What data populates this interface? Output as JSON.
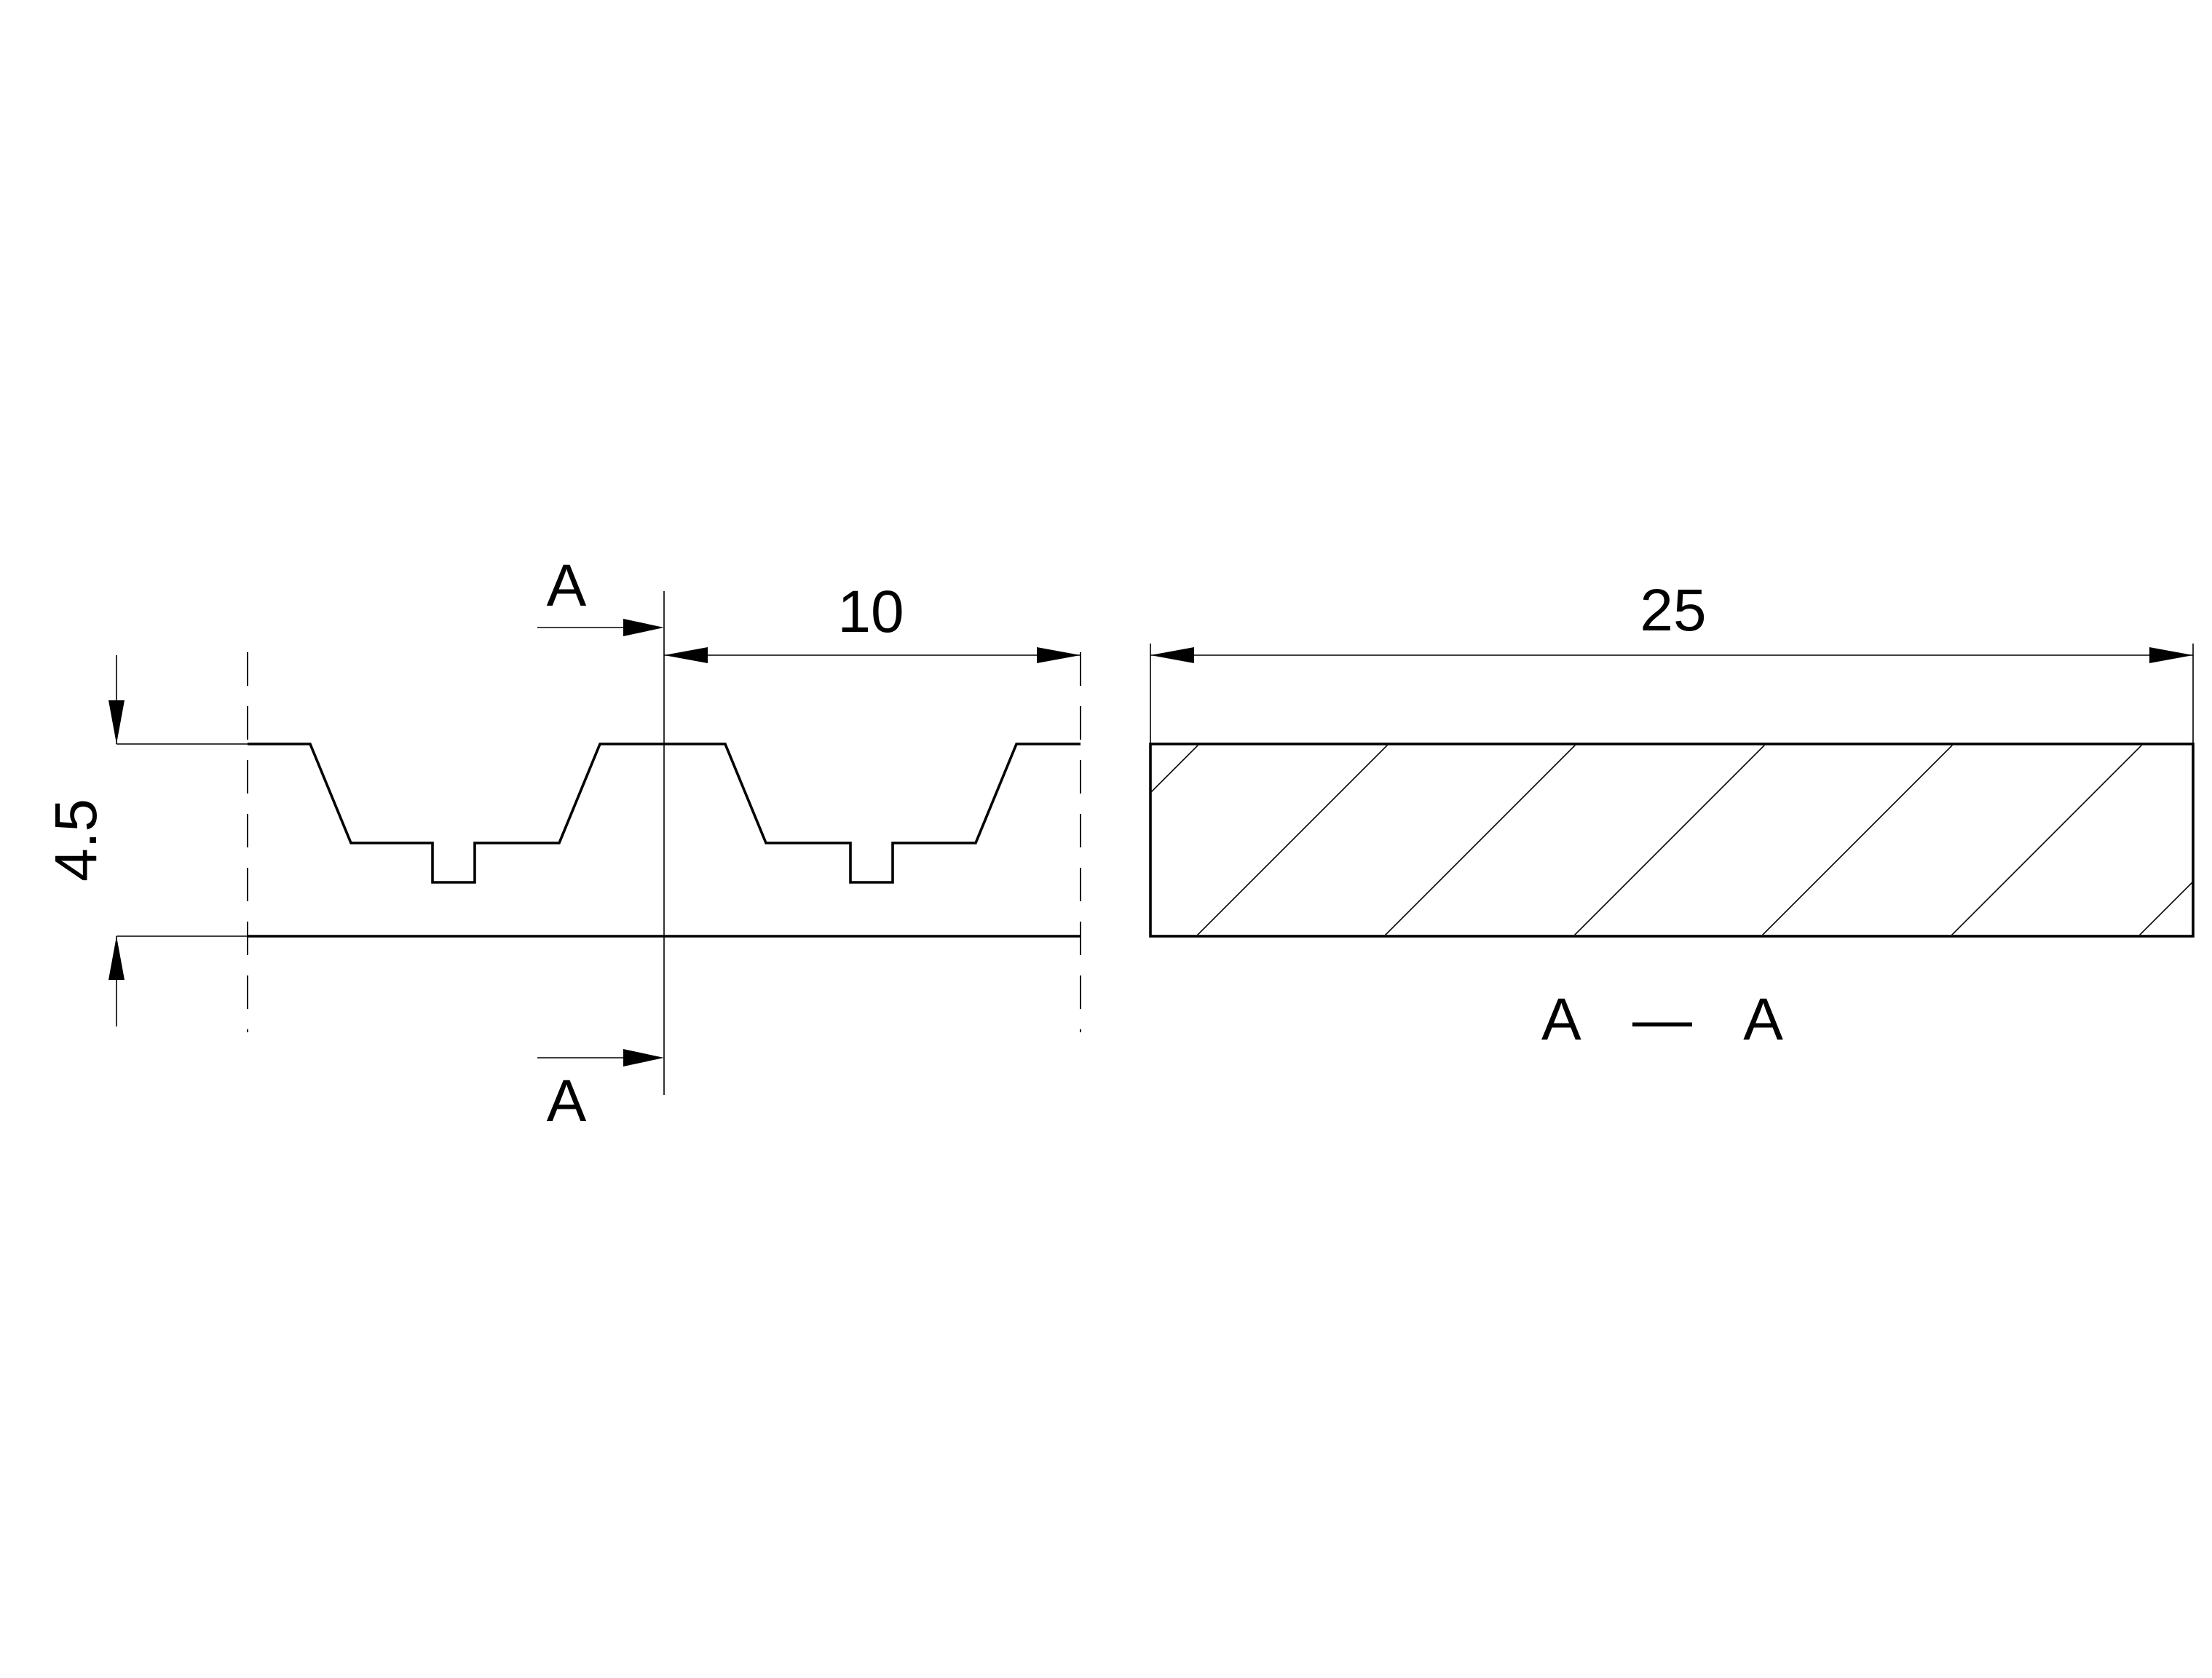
{
  "front_view": {
    "height_dimension": "4.5",
    "pitch_dimension": "10",
    "section_mark_top": "A",
    "section_mark_bottom": "A"
  },
  "section_view": {
    "width_dimension": "25",
    "section_title": "A — A"
  }
}
